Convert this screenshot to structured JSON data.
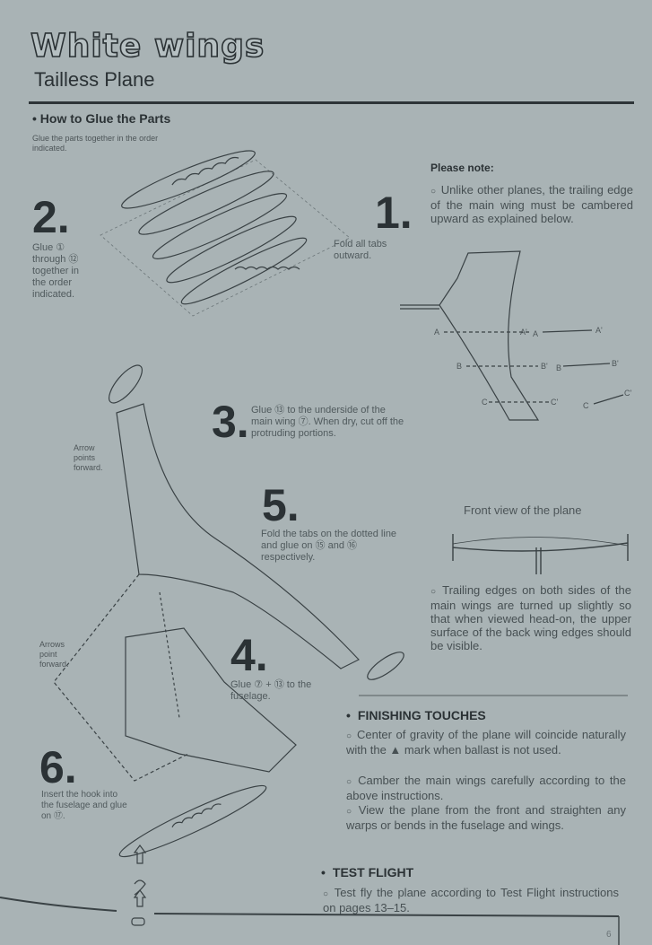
{
  "header": {
    "logo": "White wings",
    "subtitle": "Tailless Plane"
  },
  "glue": {
    "heading": "How to Glue the Parts",
    "intro": "Glue the parts together in the order indicated."
  },
  "steps": {
    "s1": {
      "num": "1.",
      "text": "Fold all tabs outward."
    },
    "s2": {
      "num": "2.",
      "text": "Glue ① through ⑫ together in the order indicated."
    },
    "s3": {
      "num": "3.",
      "text": "Glue ⑬ to the underside of the main wing ⑦. When dry, cut off the protruding portions."
    },
    "s4": {
      "num": "4.",
      "text": "Glue ⑦ + ⑬ to the fuselage."
    },
    "s5": {
      "num": "5.",
      "text": "Fold the tabs on the dotted line and glue on ⑮ and ⑯ respectively."
    },
    "s6": {
      "num": "6.",
      "text": "Insert the hook into the fuselage and glue on ⑰."
    }
  },
  "arrows": {
    "a1": "Arrow points forward.",
    "a2": "Arrows point forward."
  },
  "note": {
    "title": "Please note:",
    "text": "Unlike other planes, the trailing edge of the main wing must be cambered upward as explained below.",
    "labels": [
      "A",
      "A'",
      "A",
      "A'",
      "B",
      "B'",
      "B",
      "B'",
      "C",
      "C'",
      "C",
      "C'"
    ]
  },
  "front_view": {
    "caption": "Front view of the plane",
    "text": "Trailing edges on both sides of the main wings are turned up slightly so that when viewed head-on, the upper surface of the back wing edges should be visible."
  },
  "finishing": {
    "heading": "FINISHING TOUCHES",
    "items": [
      "Center of gravity of the plane will coincide naturally with the ▲ mark when ballast is not used.",
      "Camber the main wings carefully according to the above instructions.",
      "View the plane from the front and straighten any warps or bends in the fuselage and wings."
    ]
  },
  "test_flight": {
    "heading": "TEST FLIGHT",
    "text": "Test fly the plane according to Test Flight instructions on pages 13–15."
  },
  "page_number": "6"
}
